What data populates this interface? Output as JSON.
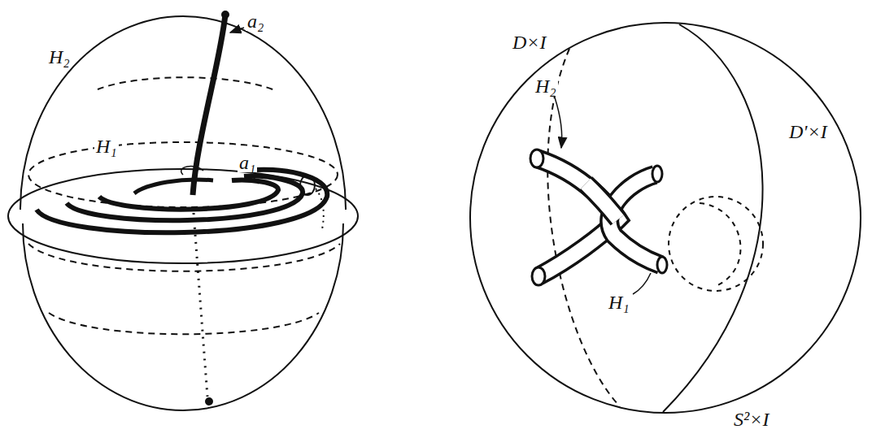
{
  "diagram": {
    "labels": [
      "H₂",
      "a₂",
      "H₁",
      "a₁",
      "D×I",
      "H₂",
      "D'×I",
      "H₁",
      "S²×I"
    ]
  }
}
